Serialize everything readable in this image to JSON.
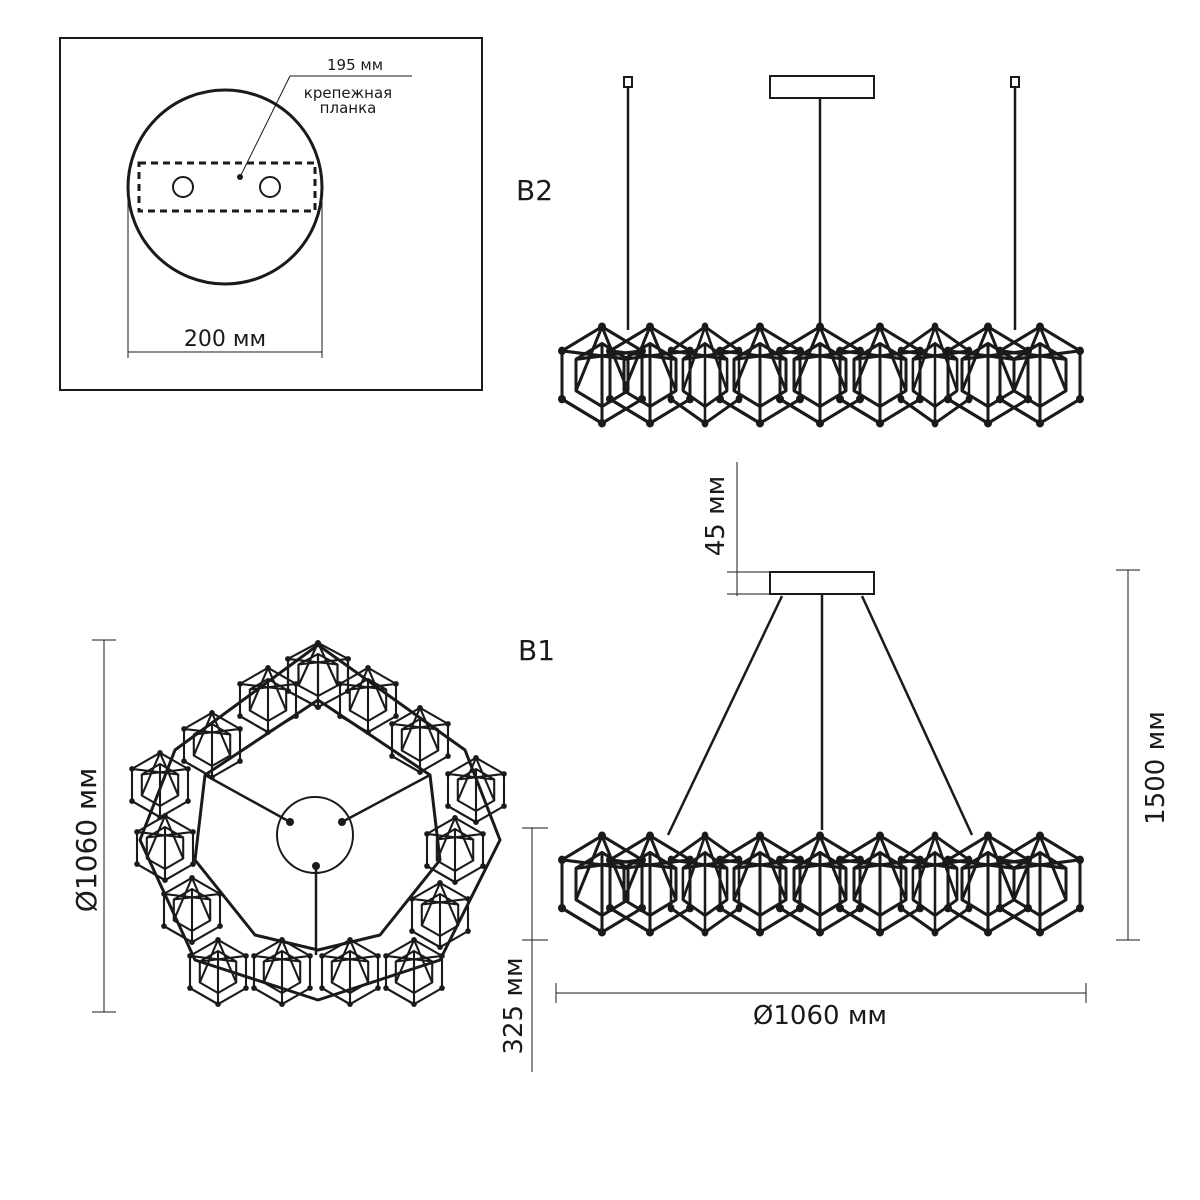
{
  "inset": {
    "dim_slot": "195 мм",
    "bracket_line1": "крепежная",
    "bracket_line2": "планка",
    "dim_plate": "200 мм"
  },
  "variants": {
    "b2": "B2",
    "b1": "B1"
  },
  "dimensions": {
    "canopy_height": "45 мм",
    "total_height": "1500 мм",
    "ring_height": "325 мм",
    "side_diameter": "Ø1060 мм",
    "top_diameter": "Ø1060 мм"
  },
  "colors": {
    "ink": "#1a1a1a",
    "background": "#ffffff"
  }
}
